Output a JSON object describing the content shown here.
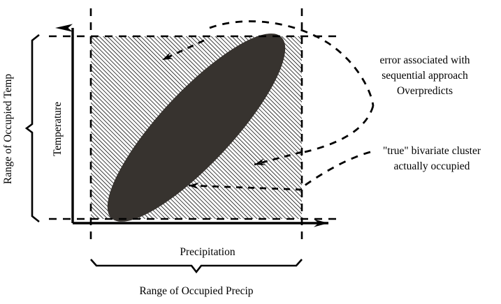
{
  "figure": {
    "title": "Bivariate climate envelope vs sequential approach error diagram",
    "axes": {
      "x_label": "Precipitation",
      "y_label": "Temperature"
    },
    "braces": {
      "x_brace_label": "Range of Occupied Precip",
      "y_brace_label": "Range of Occupied Temp"
    },
    "annotations": [
      {
        "id": "error-callout",
        "lines": [
          "error associated with",
          "sequential approach",
          "Overpredicts"
        ]
      },
      {
        "id": "true-cluster-callout",
        "lines": [
          "\"true\" bivariate cluster",
          "actually occupied"
        ]
      }
    ],
    "colors": {
      "cluster_fill": "#37332f",
      "hatch": "#000000",
      "line": "#000000",
      "background": "#ffffff"
    },
    "chart_data": {
      "type": "scatter",
      "title": "",
      "xlabel": "Precipitation",
      "ylabel": "Temperature",
      "regions": [
        {
          "name": "sequential-approach-envelope",
          "style": "diagonal-hatch-rectangle",
          "x_range": [
            "Range of Occupied Precip min",
            "Range of Occupied Precip max"
          ],
          "y_range": [
            "Range of Occupied Temp min",
            "Range of Occupied Temp max"
          ]
        },
        {
          "name": "true-bivariate-cluster",
          "style": "filled-tilted-ellipse",
          "orientation_degrees": 45
        }
      ],
      "grid": false,
      "legend": "none"
    }
  }
}
